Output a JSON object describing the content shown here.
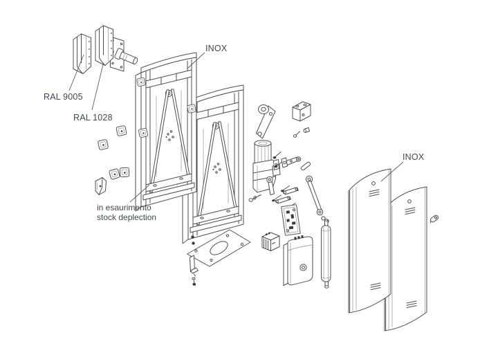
{
  "diagram": {
    "labels": {
      "ral9005": "RAL 9005",
      "ral1028": "RAL 1028",
      "inox_cabinet": "INOX",
      "inox_doors": "INOX",
      "stock_note_line1": "in esaurimento",
      "stock_note_line2": "stock deplection"
    },
    "colors": {
      "background": "#ffffff",
      "line": "#4d4d4d",
      "label_text": "#3d4852"
    }
  }
}
